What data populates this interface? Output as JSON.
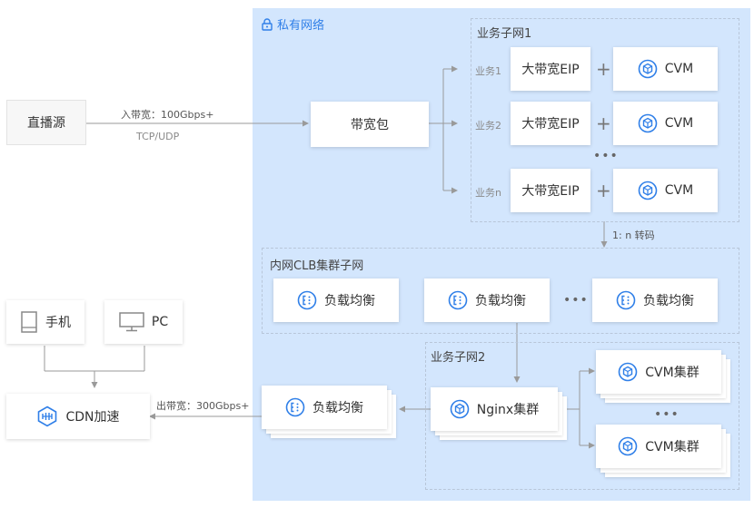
{
  "vpc": {
    "title": "私有网络"
  },
  "source": {
    "label": "直播源",
    "line_label": "入带宽：100Gbps+",
    "protocol": "TCP/UDP"
  },
  "bandwidth_pack": {
    "label": "带宽包"
  },
  "subnet1": {
    "title": "业务子网1",
    "rows": [
      {
        "tag": "业务1",
        "eip": "大带宽EIP",
        "plus": "+",
        "vm": "CVM"
      },
      {
        "tag": "业务2",
        "eip": "大带宽EIP",
        "plus": "+",
        "vm": "CVM"
      },
      {
        "tag": "业务n",
        "eip": "大带宽EIP",
        "plus": "+",
        "vm": "CVM"
      }
    ],
    "ellipsis": "•••"
  },
  "transcode": {
    "label": "1: n 转码"
  },
  "clb_subnet": {
    "title": "内网CLB集群子网",
    "items": [
      "负载均衡",
      "负载均衡",
      "负载均衡"
    ],
    "ellipsis": "•••"
  },
  "subnet2": {
    "title": "业务子网2",
    "nginx": "Nginx集群",
    "cvm_clusters": [
      "CVM集群",
      "CVM集群"
    ],
    "ellipsis": "•••"
  },
  "egress_lb": {
    "label": "负载均衡",
    "line_label": "出带宽：300Gbps+"
  },
  "clients": {
    "phone": "手机",
    "pc": "PC"
  },
  "cdn": {
    "label": "CDN加速"
  },
  "colors": {
    "vpc_bg": "#d3e6fd",
    "accent": "#2f7fe8",
    "line": "#9a9a9a"
  }
}
